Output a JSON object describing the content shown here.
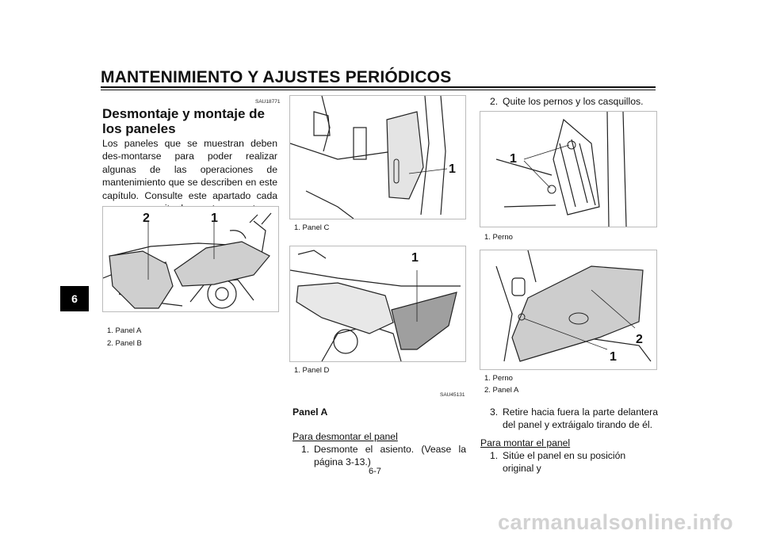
{
  "header": {
    "title": "MANTENIMIENTO Y AJUSTES PERIÓDICOS"
  },
  "chapter_tab": "6",
  "col1": {
    "code": "SAU18771",
    "heading": "Desmontaje y montaje de los paneles",
    "paragraph": "Los paneles que se muestran deben des-montarse para poder realizar algunas de las operaciones de mantenimiento que se describen en este capítulo. Consulte este apartado cada vez que necesite desmontar y montar un panel.",
    "figure": {
      "callouts": [
        "2",
        "1"
      ],
      "captions": [
        "1. Panel A",
        "2. Panel B"
      ]
    }
  },
  "col2": {
    "figure_top": {
      "callouts": [
        "1"
      ],
      "captions": [
        "1. Panel C"
      ]
    },
    "figure_bottom": {
      "callouts": [
        "1"
      ],
      "captions": [
        "1. Panel D"
      ]
    },
    "code": "SAU45131",
    "section_title": "Panel A",
    "subheading": "Para desmontar el panel",
    "step1_num": "1.",
    "step1_text": "Desmonte el asiento. (Vease la página 3-13.)"
  },
  "col3": {
    "step2_num": "2.",
    "step2_text": "Quite los pernos y los casquillos.",
    "figure_top": {
      "callouts": [
        "1"
      ],
      "captions": [
        "1. Perno"
      ]
    },
    "figure_bottom": {
      "callouts": [
        "2",
        "1"
      ],
      "captions": [
        "1. Perno",
        "2. Panel A"
      ]
    },
    "step3_num": "3.",
    "step3_text": "Retire hacia fuera la parte delantera del panel y extráigalo tirando de él.",
    "subheading": "Para montar el panel",
    "step1_num": "1.",
    "step1_text": "Sitúe el panel en su posición original y"
  },
  "page_number": "6-7",
  "watermark": "carmanualsonline.info"
}
